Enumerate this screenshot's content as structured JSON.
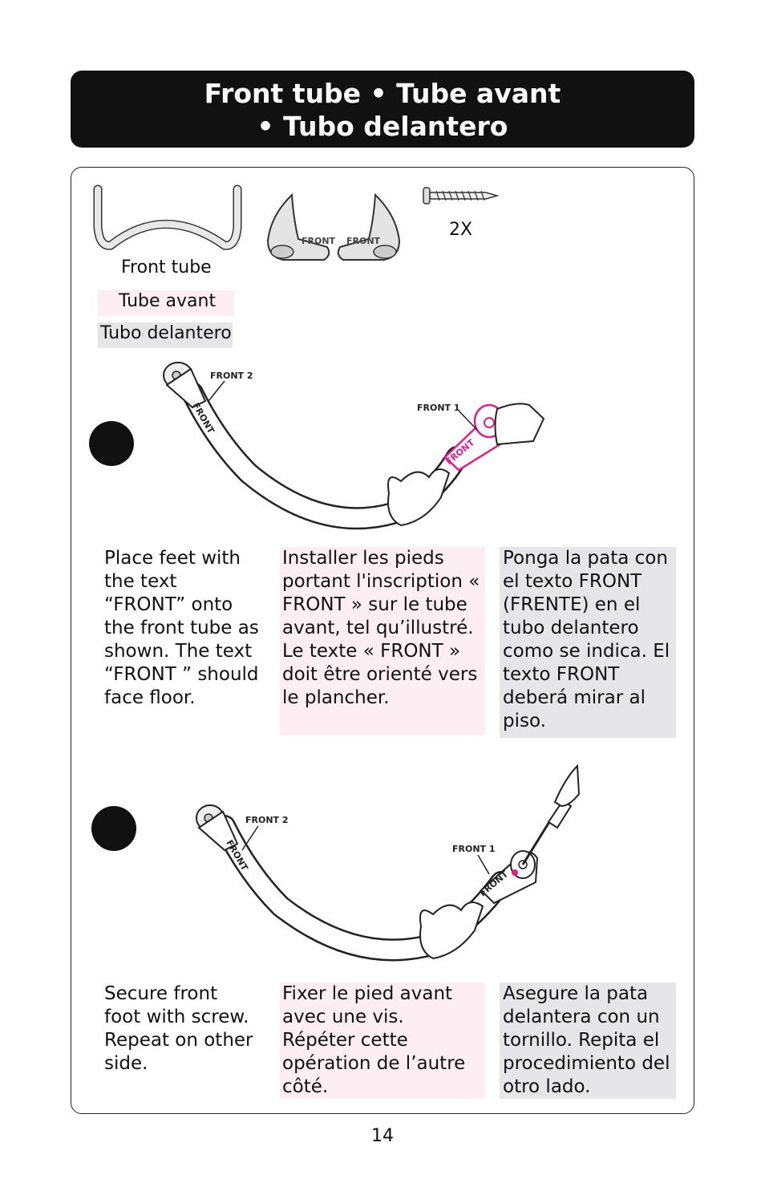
{
  "header": {
    "line1": "Front tube • Tube avant",
    "line2": "• Tubo delantero"
  },
  "parts": {
    "screw_qty": "2X",
    "label_en": "Front tube",
    "label_fr": "Tube avant",
    "label_es": "Tubo delantero",
    "foot_text_left": "FRONT",
    "foot_text_right": "FRONT"
  },
  "step1": {
    "callout_front2": "FRONT 2",
    "callout_front1": "FRONT 1",
    "foot_text_a": "FRONT",
    "foot_text_b": "FRONT",
    "text_en": "Place feet with the text “FRONT” onto the front tube as shown. The text “FRONT ” should face floor.",
    "text_fr": "Installer les pieds portant l'inscription « FRONT » sur le tube avant, tel qu’illustré. Le texte « FRONT » doit être orienté vers le plancher.",
    "text_es": "Ponga la pata con el texto FRONT (FRENTE) en el tubo delantero como se indica. El texto FRONT deberá mirar al piso."
  },
  "step2": {
    "callout_front2": "FRONT 2",
    "callout_front1": "FRONT 1",
    "foot_text_a": "FRONT",
    "foot_text_b": "FRONT",
    "text_en": "Secure front foot with screw. Repeat on other side.",
    "text_fr": "Fixer le pied avant avec une vis. Répéter cette opération de l’autre côté.",
    "text_es": "Asegure la pata delantera con un tornillo. Repita el procedimiento del otro lado."
  },
  "page_number": "14",
  "colors": {
    "accent_magenta": "#e0208a",
    "pink_bg": "#fdeef3",
    "gray_bg": "#e6e6e8",
    "header_bg": "#111111"
  }
}
